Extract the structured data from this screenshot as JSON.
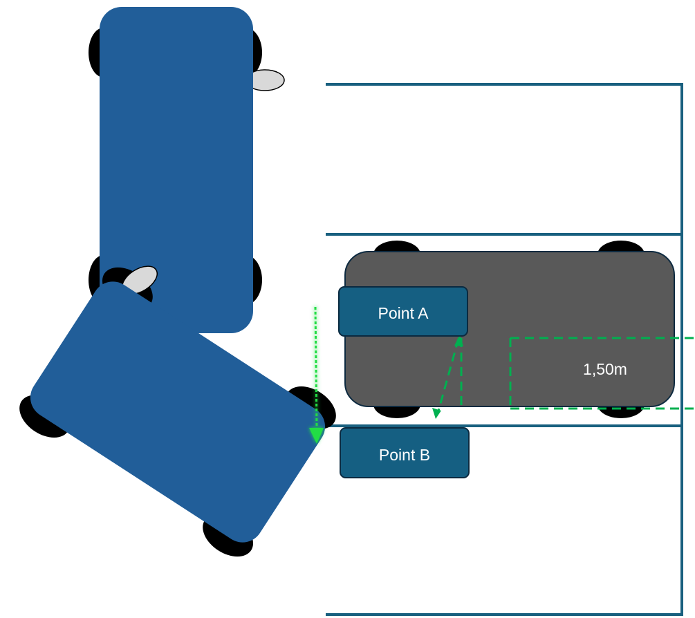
{
  "labels": {
    "point_a": "Point A",
    "point_b": "Point B",
    "distance": "1,50m"
  },
  "colors": {
    "car_blue": "#215e99",
    "car_gray": "#595959",
    "label_box": "#155f82",
    "bay_lines": "#19607f",
    "guide_green": "#00b050",
    "tire": "#000000",
    "mirror": "#d9d9d9"
  }
}
